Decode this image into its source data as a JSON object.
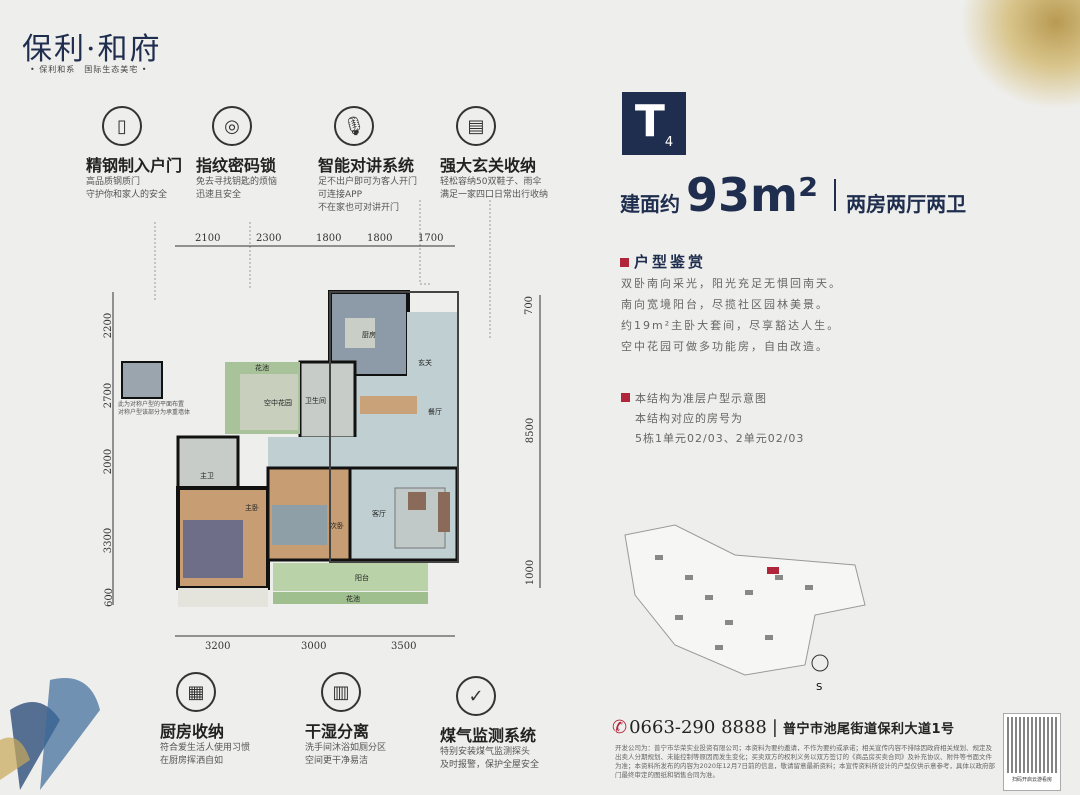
{
  "brand": {
    "logo": "保利·和府",
    "tagline": "• 保利和系　国际生态美宅 •"
  },
  "top_features": [
    {
      "icon": "door-icon",
      "title": "精钢制入户门",
      "desc": [
        "高品质钢质门",
        "守护你和家人的安全"
      ]
    },
    {
      "icon": "fingerprint-icon",
      "title": "指纹密码锁",
      "desc": [
        "免去寻找钥匙的烦恼",
        "迅速且安全"
      ]
    },
    {
      "icon": "microphone-icon",
      "title": "智能对讲系统",
      "desc": [
        "足不出户即可为客人开门",
        "可连接APP",
        "不在家也可对讲开门"
      ]
    },
    {
      "icon": "cabinet-icon",
      "title": "强大玄关收纳",
      "desc": [
        "轻松容纳50双鞋子、雨伞",
        "满足一家四口日常出行收纳"
      ]
    }
  ],
  "bottom_features": [
    {
      "icon": "kitchen-cabinet-icon",
      "title": "厨房收纳",
      "desc": [
        "符合爱生活人使用习惯",
        "在厨房挥洒自如"
      ]
    },
    {
      "icon": "shower-icon",
      "title": "干湿分离",
      "desc": [
        "洗手间沐浴如厕分区",
        "空间更干净易洁"
      ]
    },
    {
      "icon": "shield-check-icon",
      "title": "煤气监测系统",
      "desc": [
        "特别安装煤气监测探头",
        "及时报警，保护全屋安全"
      ]
    }
  ],
  "unit": {
    "code": "T",
    "sub": "4",
    "area_label": "建面约",
    "area": "93m²",
    "layout": "两房两厅两卫"
  },
  "appreciation": {
    "title": "户型鉴赏",
    "lines": [
      "双卧南向采光，阳光充足无惧回南天。",
      "南向宽境阳台，尽揽社区园林美景。",
      "约19m²主卧大套间，尽享豁达人生。",
      "空中花园可做多功能房，自由改造。"
    ]
  },
  "notes": [
    "本结构为准层户型示意图",
    "本结构对应的房号为",
    "5栋1单元02/03、2单元02/03"
  ],
  "plan": {
    "top_dims": [
      "2100",
      "2300",
      "1800",
      "1800",
      "1700"
    ],
    "left_dims": [
      "2200",
      "2700",
      "2000",
      "3300",
      "600"
    ],
    "right_dims": [
      "700",
      "8500",
      "1000"
    ],
    "bottom_dims": [
      "3200",
      "3000",
      "3500"
    ],
    "rooms": {
      "kitchen": "厨房",
      "entry": "玄关",
      "dining": "餐厅",
      "bath": "卫生间",
      "garden": "空中花园",
      "master_bath": "主卫",
      "master": "主卧",
      "second": "次卧",
      "living": "客厅",
      "balcony": "阳台",
      "planter": "花池",
      "planter2": "花池"
    },
    "inset_note": [
      "此为对称户型的平面布置",
      "对称户型该部分为承重墙体"
    ]
  },
  "siteplan": {
    "compass": "S"
  },
  "contact": {
    "phone": "0663-290 8888",
    "address": "普宁市池尾街道保利大道1号"
  },
  "disclaimer": "开发公司为：普宁市华荣实业投资有限公司；本资料为要约邀请，不作为要约或承诺；相关宣传内容不排除因政府相关规划、规定及出卖人分期规划、未能控制等原因而发生变化；买卖双方的权利义务以双方签订的《商品房买卖合同》及补充协议、附件等书面文件为准；本资料所发布的内容为2020年12月7日前的信息，敬请留意最新资料；本宣传资料所设计的户型仅供示意参考，具体以政府部门最终审定的图纸和销售合同为准。",
  "qr_caption": "扫码开启云游看房",
  "colors": {
    "navy": "#1f2d4e",
    "accent": "#b1253a",
    "gold": "#b89a52"
  }
}
